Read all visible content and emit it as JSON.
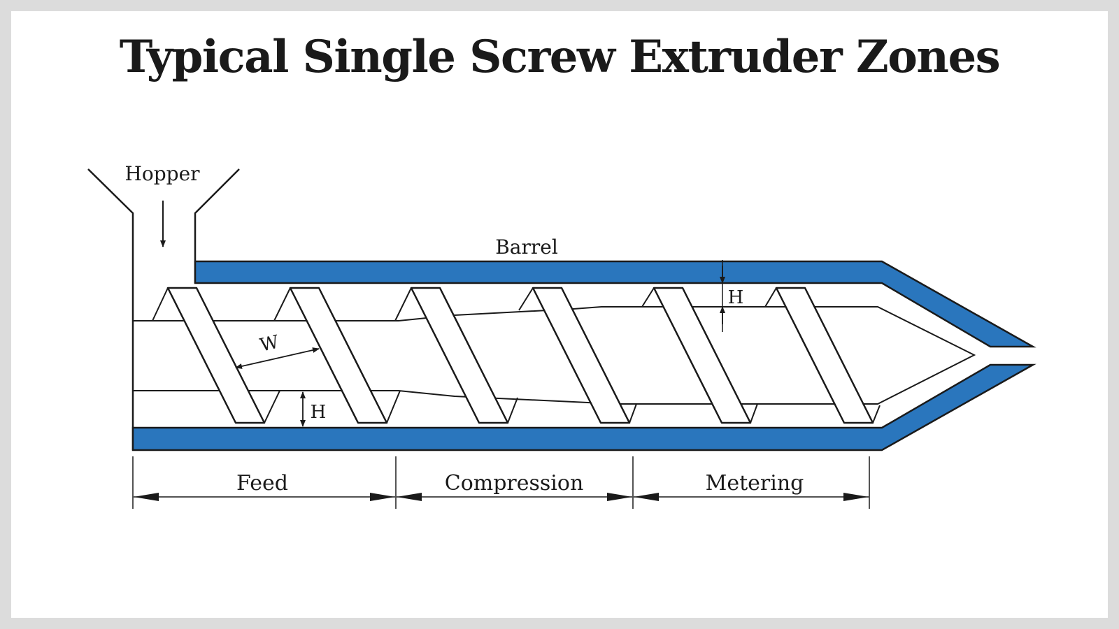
{
  "title": "Typical Single Screw Extruder Zones",
  "labels": {
    "hopper": "Hopper",
    "barrel": "Barrel",
    "width": "W",
    "height_feed": "H",
    "height_metering": "H"
  },
  "zones": [
    {
      "label": "Feed"
    },
    {
      "label": "Compression"
    },
    {
      "label": "Metering"
    }
  ],
  "colors": {
    "barrel": "#2a76bd",
    "stroke": "#1a1a1a",
    "background": "#ffffff"
  }
}
